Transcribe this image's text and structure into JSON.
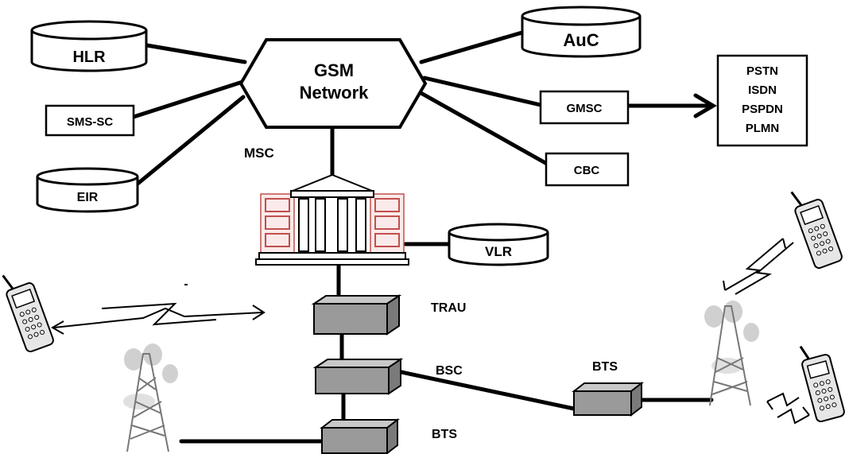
{
  "nodes": {
    "gsm_network_line1": "GSM",
    "gsm_network_line2": "Network",
    "hlr": "HLR",
    "auc": "AuC",
    "sms_sc": "SMS-SC",
    "eir": "EIR",
    "gmsc": "GMSC",
    "cbc": "CBC",
    "msc": "MSC",
    "vlr": "VLR",
    "trau": "TRAU",
    "bsc": "BSC",
    "bts_bottom": "BTS",
    "bts_right": "BTS"
  },
  "external_networks": [
    "PSTN",
    "ISDN",
    "PSPDN",
    "PLMN"
  ],
  "colors": {
    "line": "#000000",
    "cube": "#9a9a9a",
    "building_accent": "#c0504d",
    "tower": "#777777"
  },
  "icons": [
    "cylinder-database-icon",
    "hexagon-network-icon",
    "building-msc-icon",
    "cube-equipment-icon",
    "mobile-phone-icon",
    "radio-tower-icon",
    "lightning-signal-icon"
  ]
}
